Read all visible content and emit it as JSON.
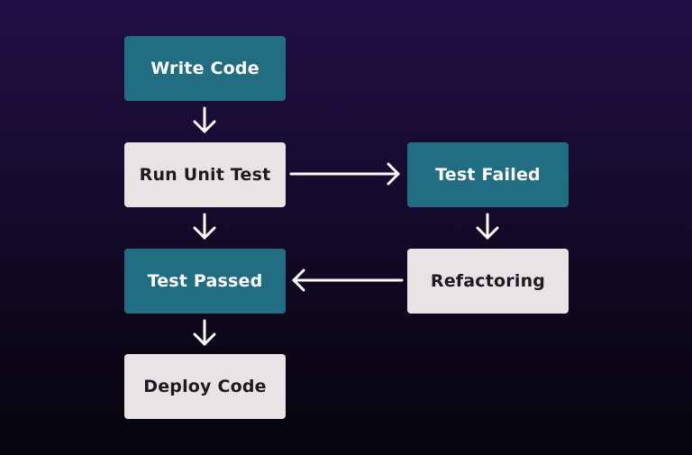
{
  "nodes": {
    "write_code": "Write Code",
    "run_unit_test": "Run Unit Test",
    "test_failed": "Test Failed",
    "test_passed": "Test Passed",
    "refactoring": "Refactoring",
    "deploy_code": "Deploy Code"
  },
  "colors": {
    "teal": "#216e82",
    "light": "#e8e4e6",
    "arrow": "#ffffff"
  }
}
